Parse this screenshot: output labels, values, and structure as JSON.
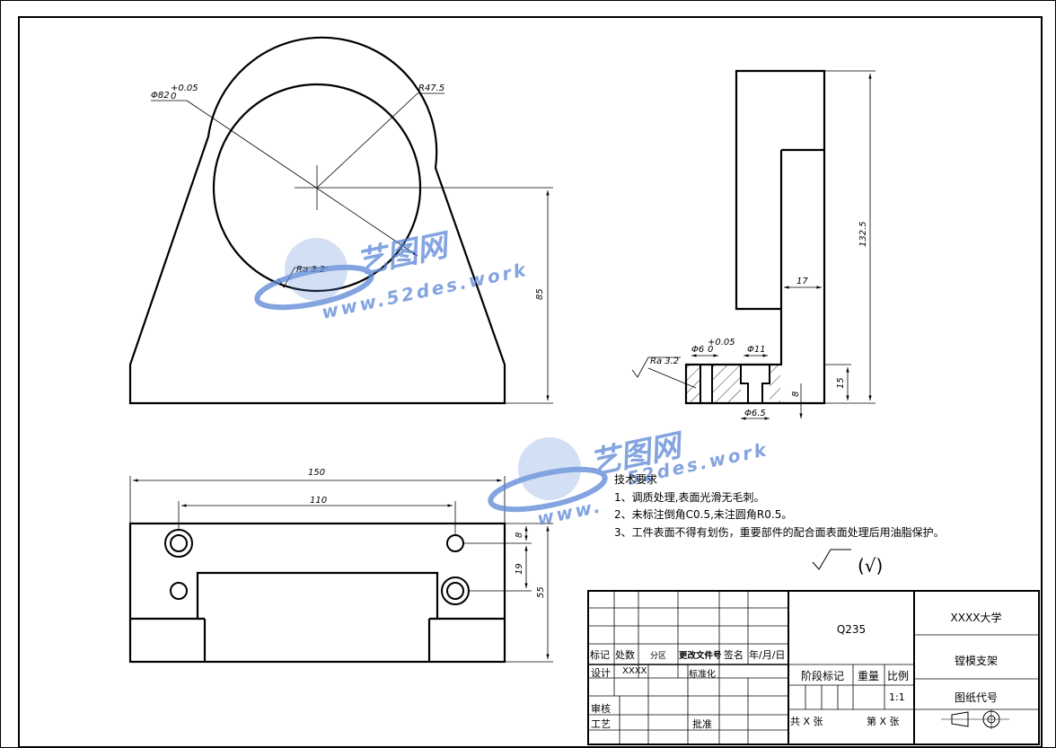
{
  "watermark": {
    "brand": "艺图网",
    "url_1": "www.52des.work",
    "url_2": "52des.work",
    "url_3": "www.",
    "color": "#5a86d6"
  },
  "front_view": {
    "dia_bore": "Φ82",
    "dia_bore_tol": "+0.05",
    "dia_bore_tol_2": "0",
    "radius": "R47.5",
    "roughness": "Ra 3.2",
    "height": "85"
  },
  "side_view": {
    "total_height": "132.5",
    "wall": "17",
    "hole_dia": "Φ6",
    "hole_tol": "+0.05",
    "hole_tol_2": "0",
    "cbore_dia": "Φ11",
    "thread_dia": "Φ6.5",
    "cbore_depth": "8",
    "base_height": "15",
    "roughness": "Ra 3.2"
  },
  "top_view": {
    "width": "150",
    "hole_spacing": "110",
    "dim_8": "8",
    "dim_19": "19",
    "depth": "55"
  },
  "tech_requirements": {
    "title": "技术要求",
    "items": [
      "1、调质处理,表面光滑无毛刺。",
      "2、未标注倒角C0.5,未注圆角R0.5。",
      "3、工件表面不得有划伤，重要部件的配合面表面处理后用油脂保护。"
    ],
    "roughness_symbol_label": "(√)"
  },
  "title_block": {
    "material": "Q235",
    "school": "XXXX大学",
    "part_name": "镗模支架",
    "drawing_no": "图纸代号",
    "header_mark": "标记",
    "header_count": "处数",
    "header_zone": "分区",
    "header_change_doc": "更改文件号",
    "header_sign": "签名",
    "header_date": "年/月/日",
    "design": "设计",
    "designer": "XXXX",
    "standardize": "标准化",
    "stage_mark": "阶段标记",
    "weight": "重量",
    "scale": "比例",
    "scale_value": "1:1",
    "review": "审核",
    "process": "工艺",
    "approve": "批准",
    "total_sheets": "共 X 张",
    "sheet_no": "第 X 张"
  }
}
